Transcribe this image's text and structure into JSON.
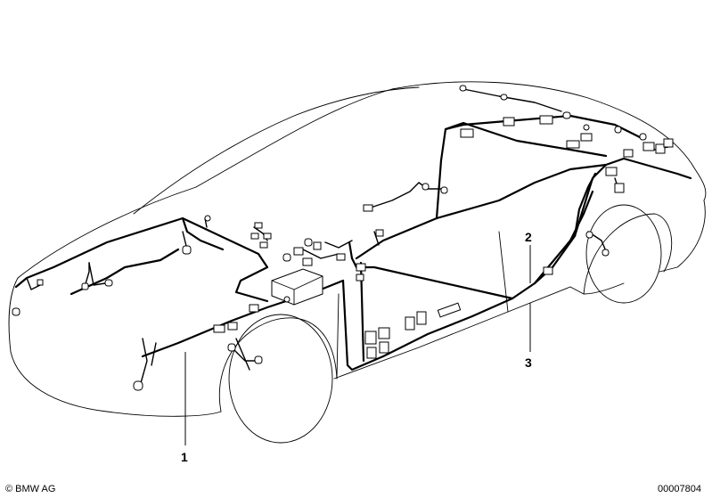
{
  "diagram": {
    "callouts": [
      {
        "id": "1",
        "label": "1"
      },
      {
        "id": "2",
        "label": "2"
      },
      {
        "id": "3",
        "label": "3"
      }
    ],
    "copyright": "© BMW AG",
    "image_number": "00007804"
  }
}
